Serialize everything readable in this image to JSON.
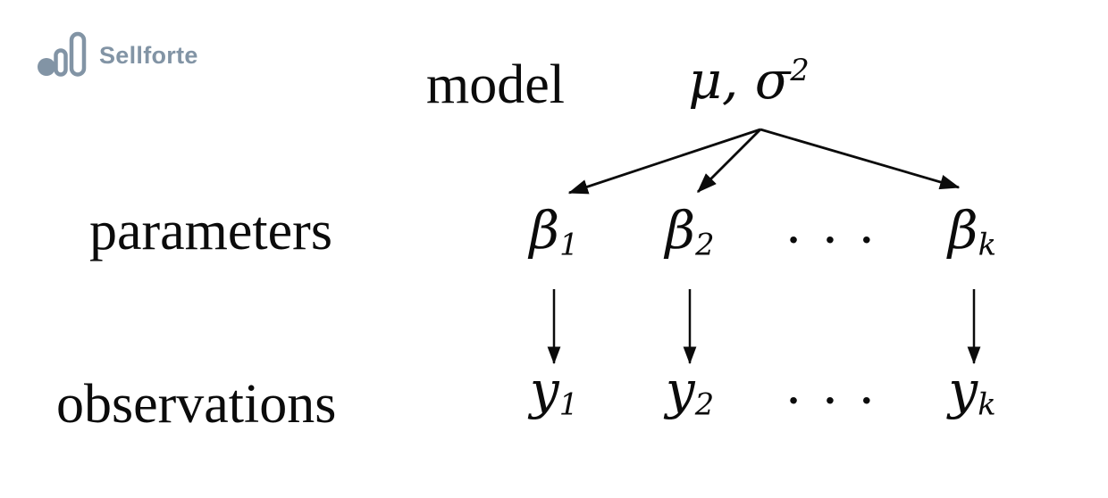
{
  "colors": {
    "brand": "#8294a5",
    "ink": "#0b0b0b",
    "background": "#ffffff"
  },
  "logo": {
    "brand": "Sellforte",
    "icon": "sellforte-bar-chart-logo"
  },
  "diagram": {
    "labels": {
      "model": "model",
      "parameters": "parameters",
      "observations": "observations"
    },
    "model_node": {
      "base": "μ, σ",
      "sup": "2"
    },
    "parameters_nodes": [
      {
        "base": "β",
        "sub": "1"
      },
      {
        "base": "β",
        "sub": "2"
      },
      {
        "dots": "· · ·"
      },
      {
        "base": "β",
        "sub": "k"
      }
    ],
    "observations_nodes": [
      {
        "base": "y",
        "sub": "1"
      },
      {
        "base": "y",
        "sub": "2"
      },
      {
        "dots": "· · ·"
      },
      {
        "base": "y",
        "sub": "k"
      }
    ]
  }
}
